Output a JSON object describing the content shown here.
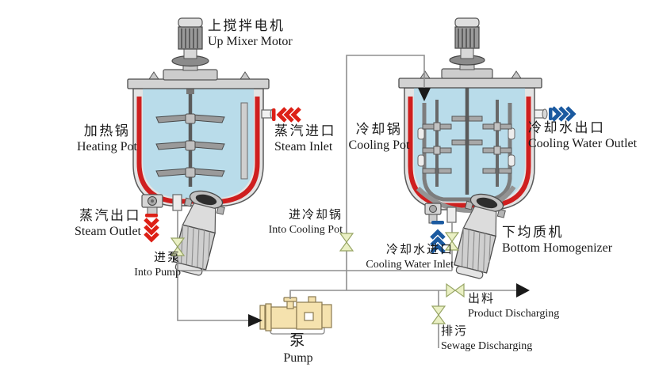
{
  "labels": {
    "up_mixer_motor": {
      "zh": "上搅拌电机",
      "en": "Up Mixer Motor"
    },
    "heating_pot": {
      "zh": "加热锅",
      "en": "Heating Pot"
    },
    "steam_inlet": {
      "zh": "蒸汽进口",
      "en": "Steam Inlet"
    },
    "steam_outlet": {
      "zh": "蒸汽出口",
      "en": "Steam Outlet"
    },
    "into_pump": {
      "zh": "进泵",
      "en": "Into Pump"
    },
    "pump": {
      "zh": "泵",
      "en": "Pump"
    },
    "cooling_pot": {
      "zh": "冷却锅",
      "en": "Cooling Pot"
    },
    "cooling_water_outlet": {
      "zh": "冷却水出口",
      "en": "Cooling Water Outlet"
    },
    "into_cooling_pot": {
      "zh": "进冷却锅",
      "en": "Into Cooling Pot"
    },
    "cooling_water_inlet": {
      "zh": "冷却水进口",
      "en": "Cooling Water Inlet"
    },
    "bottom_homogenizer": {
      "zh": "下均质机",
      "en": "Bottom Homogenizer"
    },
    "product_discharging": {
      "zh": "出料",
      "en": "Product Discharging"
    },
    "sewage_discharging": {
      "zh": "排污",
      "en": "Sewage Discharging"
    }
  },
  "colors": {
    "steam_marker": "#dd2016",
    "water_marker": "#1b5aa0",
    "vessel_liner": "#cf1f1f",
    "vessel_interior": "#b9dcea",
    "pump_body": "#f5e2ae",
    "pipe": "#8f8f8f",
    "valve_fill": "#eaf0c4",
    "flow_arrow": "#1a1a1a"
  }
}
